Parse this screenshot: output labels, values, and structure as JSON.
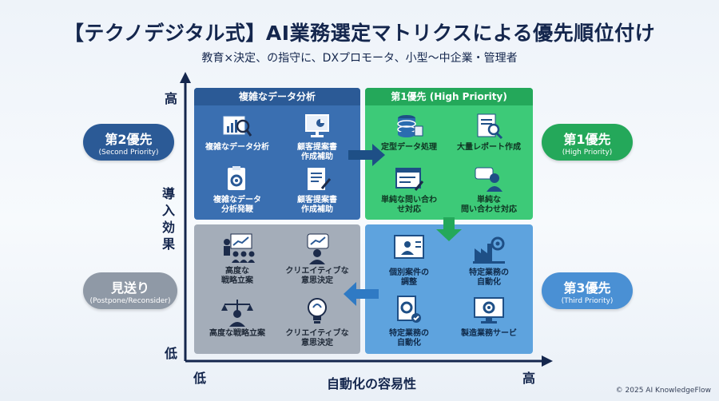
{
  "title": "【テクノデジタル式】AI業務選定マトリクスによる優先順位付け",
  "subtitle": "教育×決定、の指守に、DXプロモータ、小型〜中企業・管理者",
  "axes": {
    "y_title": "導入効果",
    "y_high": "高",
    "y_low": "低",
    "x_title": "自動化の容易性",
    "x_low": "低",
    "x_high": "高"
  },
  "quadrants": {
    "top_left": {
      "header": "複雑なデータ分析",
      "items": [
        {
          "label": "複雑なデータ分析",
          "icon": "chart-magnifier-icon"
        },
        {
          "label": "顧客提案書\n作成補助",
          "icon": "monitor-chart-icon"
        },
        {
          "label": "複雑なデータ\n分析発鞭",
          "icon": "clipboard-gear-icon"
        },
        {
          "label": "顧客提案書\n作成補助",
          "icon": "document-pen-icon"
        }
      ]
    },
    "top_right": {
      "header": "第1優先 (High Priority)",
      "items": [
        {
          "label": "定型データ処理",
          "icon": "database-icon"
        },
        {
          "label": "大量レポート作成",
          "icon": "report-search-icon"
        },
        {
          "label": "単純な問い合わ\nせ対応",
          "icon": "form-window-icon"
        },
        {
          "label": "単純な\n問い合わせ対応",
          "icon": "chat-person-icon"
        }
      ]
    },
    "bottom_left": {
      "items": [
        {
          "label": "高度な\n戦略立案",
          "icon": "presentation-team-icon"
        },
        {
          "label": "クリエイティブな\n意思決定",
          "icon": "idea-chat-icon"
        },
        {
          "label": "高度な戦略立案",
          "icon": "scales-person-icon"
        },
        {
          "label": "クリエイティブな\n意思決定",
          "icon": "brain-bulb-icon"
        }
      ]
    },
    "bottom_right": {
      "items": [
        {
          "label": "個別案件の\n調整",
          "icon": "screen-person-icon"
        },
        {
          "label": "特定業務の\n自動化",
          "icon": "factory-gear-icon"
        },
        {
          "label": "特定業務の\n自動化",
          "icon": "doc-gear-icon"
        },
        {
          "label": "製造業務サービ",
          "icon": "monitor-gear-icon"
        }
      ]
    }
  },
  "priority_labels": {
    "second": {
      "main": "第2優先",
      "sub": "(Second Priority)"
    },
    "first": {
      "main": "第1優先",
      "sub": "(High Priority)"
    },
    "third": {
      "main": "第3優先",
      "sub": "(Third Priority)"
    },
    "postpone": {
      "main": "見送り",
      "sub": "(Postpone/Reconsider)"
    }
  },
  "copyright": "© 2025 AI KnowledgeFlow",
  "colors": {
    "navy": "#14264d",
    "blue_quadrant": "#3a6fb1",
    "green_quadrant": "#3dca78",
    "gray_quadrant": "#a4adb9",
    "light_blue_quadrant": "#5ea3de"
  }
}
